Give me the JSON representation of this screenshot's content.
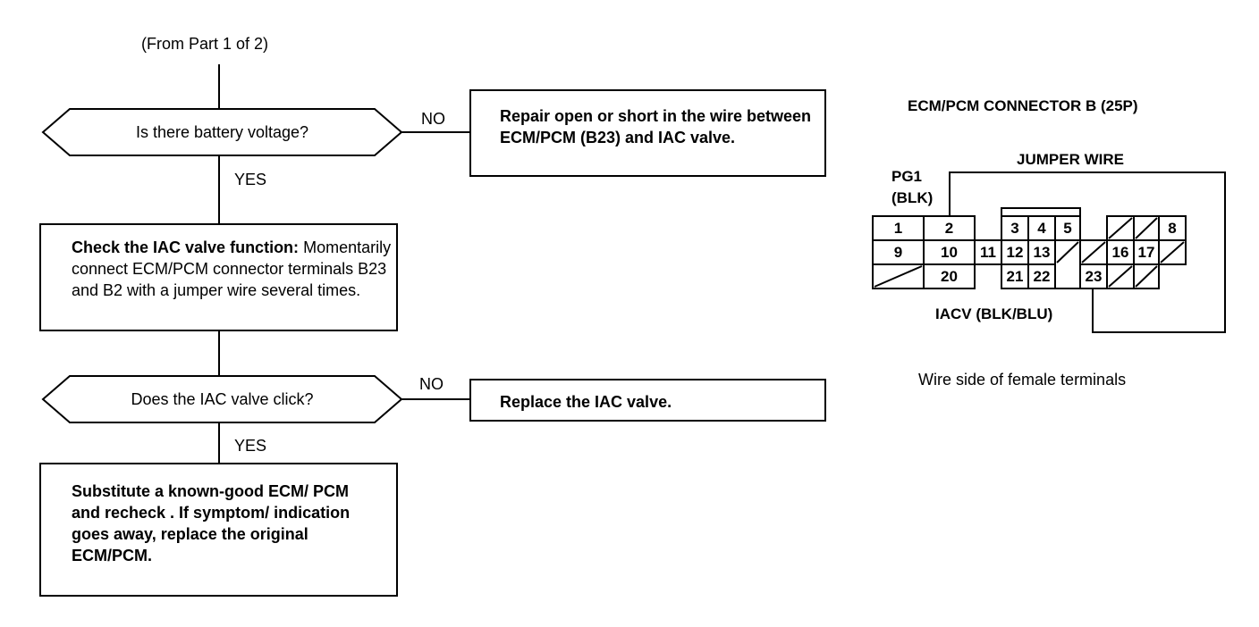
{
  "flow": {
    "from_label": "(From Part 1 of 2)",
    "q1": {
      "question": "Is there battery voltage?",
      "no_label": "NO",
      "yes_label": "YES",
      "no_action": "Repair open or short in the wire between ECM/PCM (B23) and IAC valve."
    },
    "check_box": {
      "title": "Check the IAC valve function:",
      "body": "Momentarily connect ECM/PCM connector terminals B23 and B2 with a jumper wire several times."
    },
    "q2": {
      "question": "Does the IAC valve click?",
      "no_label": "NO",
      "yes_label": "YES",
      "no_action": "Replace the IAC valve."
    },
    "final_box": "Substitute a known-good ECM/ PCM and recheck . If symptom/ indication goes away, replace the original ECM/PCM."
  },
  "connector": {
    "title": "ECM/PCM CONNECTOR B (25P)",
    "jumper_label": "JUMPER WIRE",
    "pg1_label": "PG1",
    "pg1_color": "(BLK)",
    "iacv_label": "IACV (BLK/BLU)",
    "caption": "Wire side of female terminals",
    "terminals": {
      "t1": "1",
      "t2": "2",
      "t3": "3",
      "t4": "4",
      "t5": "5",
      "t8": "8",
      "t9": "9",
      "t10": "10",
      "t11": "11",
      "t12": "12",
      "t13": "13",
      "t16": "16",
      "t17": "17",
      "t20": "20",
      "t21": "21",
      "t22": "22",
      "t23": "23"
    }
  }
}
